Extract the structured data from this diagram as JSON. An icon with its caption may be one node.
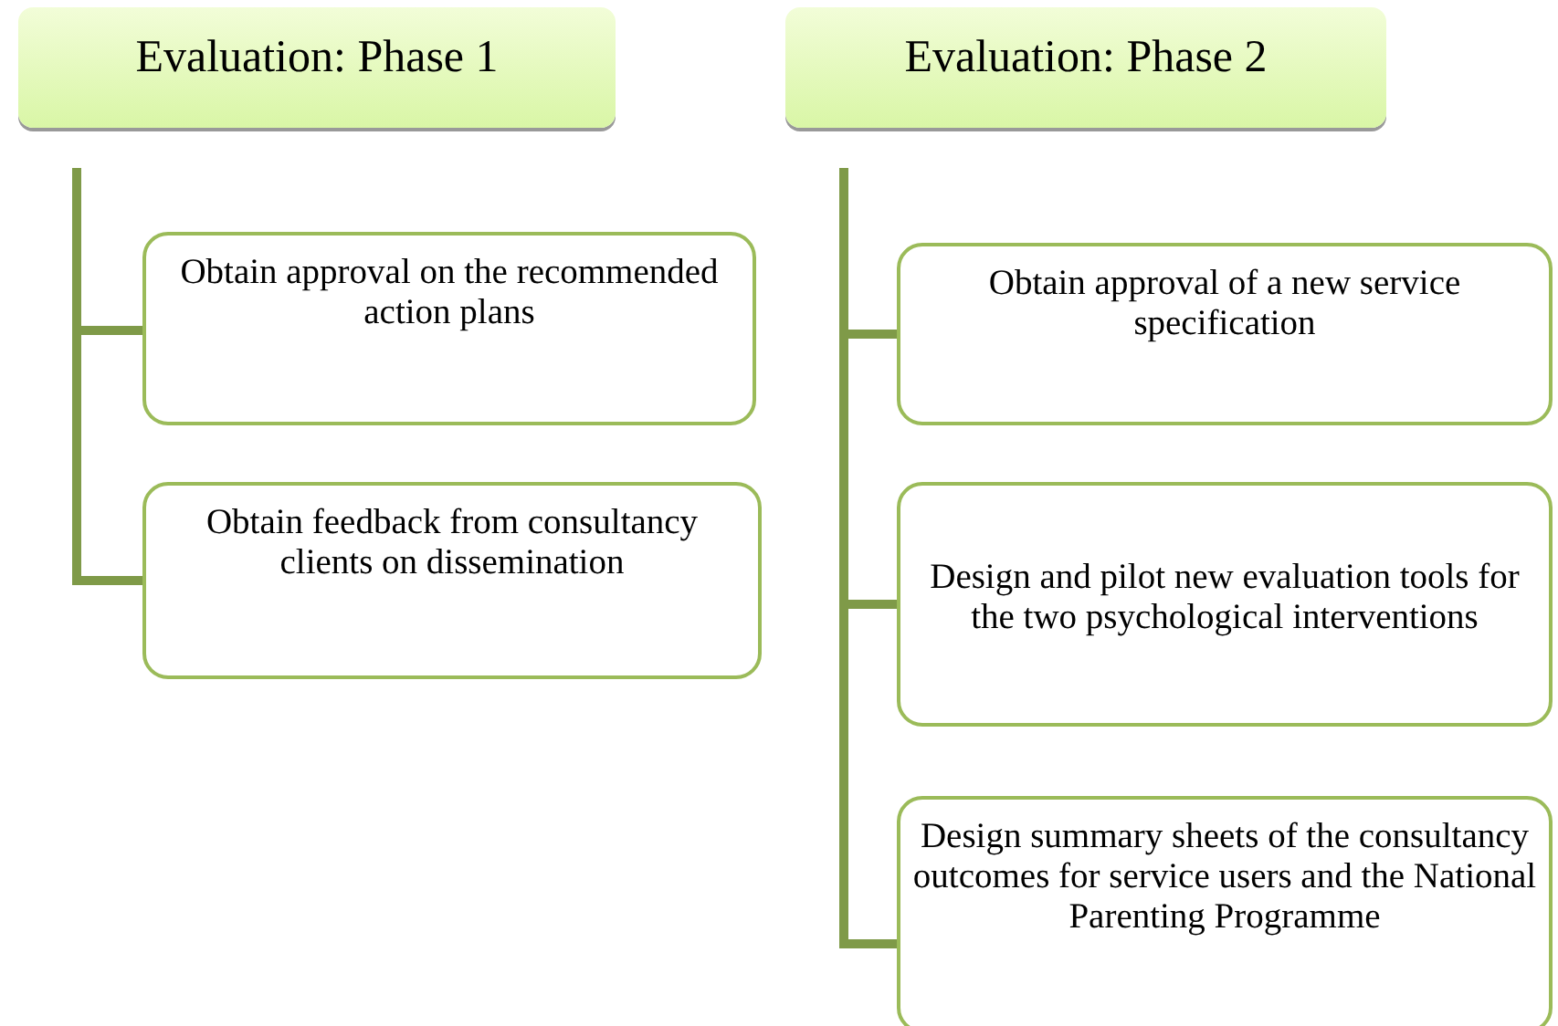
{
  "diagram": {
    "nodes": [
      {
        "text": [
          "Evaluation: Phase 1"
        ]
      },
      {
        "text": [
          "Obtain approval on the recommended action plans"
        ]
      },
      {
        "text": [
          "Obtain feedback from consultancy clients on dissemination"
        ]
      },
      {
        "text": [
          "Evaluation: Phase 2"
        ]
      },
      {
        "text": [
          "Obtain approval of a new service specification"
        ]
      },
      {
        "text": [
          "Design and pilot new evaluation tools for the two psychological interventions"
        ]
      },
      {
        "text": [
          "Design summary sheets of the consultancy outcomes for service users and the National Parenting Programme"
        ]
      }
    ],
    "edges": [
      {
        "from": 0,
        "to": 1,
        "arrow": "none"
      },
      {
        "from": 0,
        "to": 2,
        "arrow": "none"
      },
      {
        "from": 3,
        "to": 4,
        "arrow": "none"
      },
      {
        "from": 3,
        "to": 5,
        "arrow": "none"
      },
      {
        "from": 3,
        "to": 6,
        "arrow": "none"
      }
    ]
  }
}
